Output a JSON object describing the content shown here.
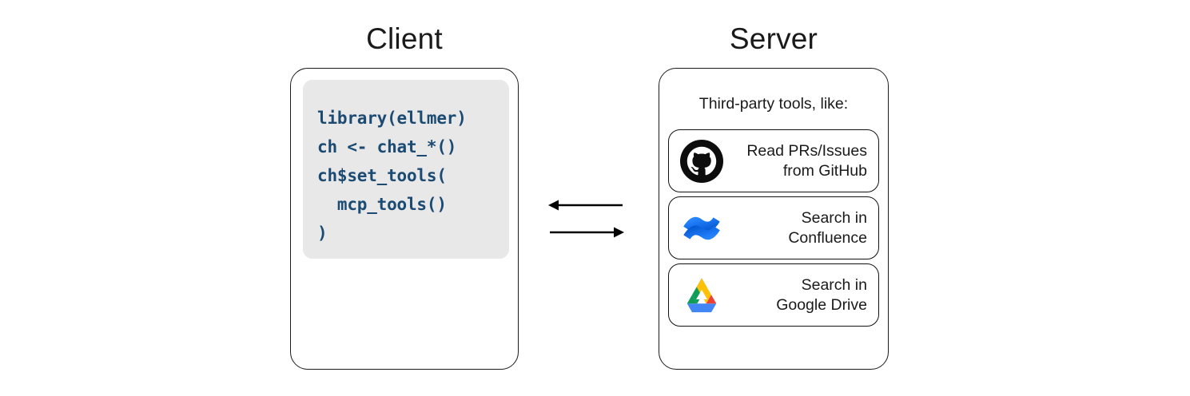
{
  "diagram": {
    "background_color": "#ffffff",
    "columns": [
      {
        "id": "client",
        "title": "Client"
      },
      {
        "id": "server",
        "title": "Server"
      }
    ]
  },
  "client": {
    "title": "Client",
    "code_block": {
      "background_color": "#e8e8e8",
      "text_color": "#1b4a72",
      "language": "r",
      "lines": [
        "library(ellmer)",
        "",
        "ch <- chat_*()",
        "",
        "ch$set_tools(",
        "  mcp_tools()",
        ")"
      ]
    }
  },
  "server": {
    "title": "Server",
    "subtitle": "Third-party tools, like:",
    "tools": [
      {
        "icon": "github-icon",
        "label": "Read PRs/Issues\nfrom GitHub",
        "brand_color": "#000000"
      },
      {
        "icon": "confluence-icon",
        "label": "Search in\nConfluence",
        "brand_color": "#1d70f0"
      },
      {
        "icon": "google-drive-icon",
        "label": "Search in\nGoogle Drive",
        "brand_color": "#ffba00"
      }
    ]
  },
  "connection": {
    "arrows": [
      {
        "name": "server-to-client-arrow",
        "direction": "left"
      },
      {
        "name": "client-to-server-arrow",
        "direction": "right"
      }
    ],
    "color": "#000000"
  }
}
